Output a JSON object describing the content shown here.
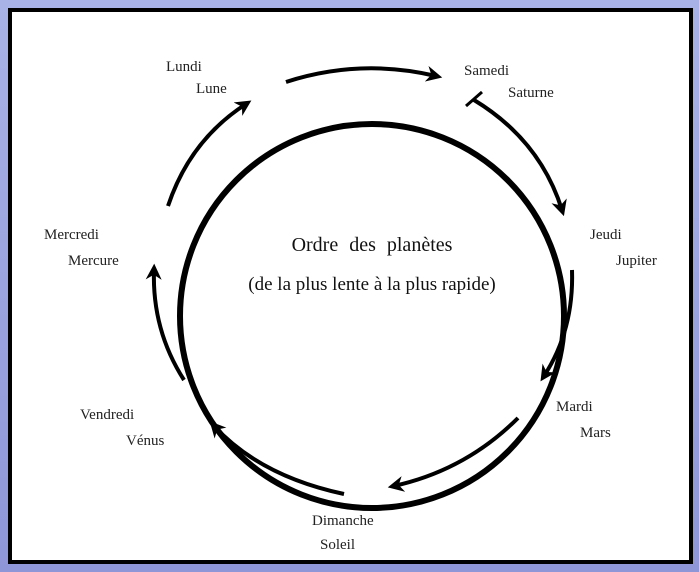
{
  "diagram": {
    "title_line1": "Ordre des planètes",
    "title_line2": "(de la plus lente à la plus rapide)",
    "days": [
      {
        "day": "Lundi",
        "planet": "Lune"
      },
      {
        "day": "Samedi",
        "planet": "Saturne"
      },
      {
        "day": "Jeudi",
        "planet": "Jupiter"
      },
      {
        "day": "Mardi",
        "planet": "Mars"
      },
      {
        "day": "Dimanche",
        "planet": "Soleil"
      },
      {
        "day": "Vendredi",
        "planet": "Vénus"
      },
      {
        "day": "Mercredi",
        "planet": "Mercure"
      }
    ]
  }
}
